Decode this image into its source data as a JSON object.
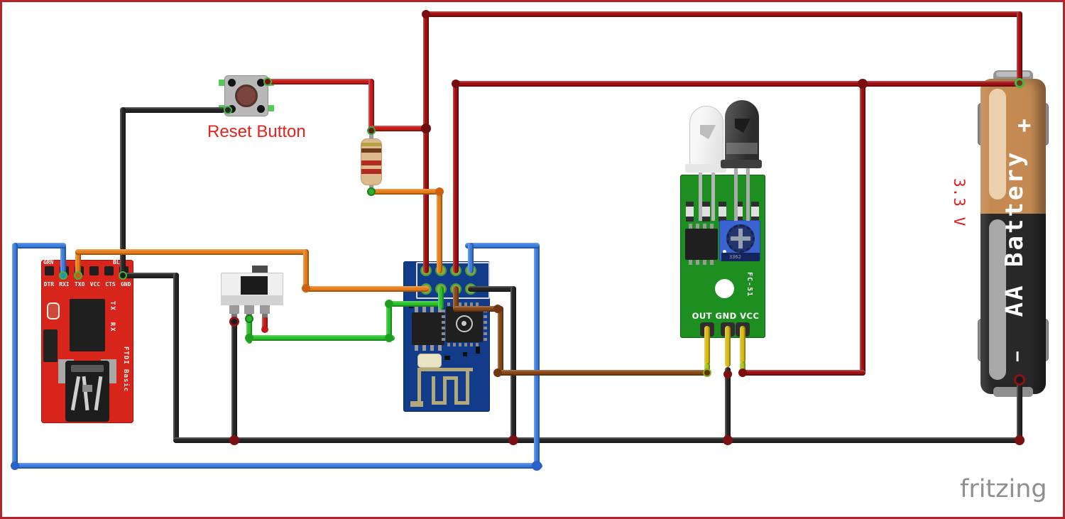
{
  "labels": {
    "reset_button": "Reset Button",
    "watermark": "fritzing"
  },
  "ftdi": {
    "name": "FTDI Basic breakout board",
    "corner_left": "GRN",
    "corner_right": "BLK",
    "pins": [
      "DTR",
      "RXI",
      "TXO",
      "VCC",
      "CTS",
      "GND"
    ],
    "tx_label": "TX",
    "rx_label": "RX",
    "board_label": "FTDI Basic"
  },
  "reset_button": {
    "name": "Reset push button"
  },
  "resistor": {
    "name": "Resistor"
  },
  "slide_switch": {
    "name": "Slide switch"
  },
  "esp8266": {
    "name": "ESP8266 ESP-01 WiFi module"
  },
  "ir_sensor": {
    "name": "FC-51 IR obstacle avoidance sensor",
    "board_label": "FC-51",
    "pin_labels": "OUT GND VCC",
    "trimpot_text": "3362"
  },
  "battery": {
    "name": "AA Battery",
    "positive": "+",
    "negative": "−",
    "label": "AA Battery",
    "voltage": "3.3 V"
  },
  "colors": {
    "wire_power_red": "#9e1011",
    "wire_red": "#c81a19",
    "wire_orange": "#e87c18",
    "wire_blue": "#3c7de0",
    "wire_green": "#2cc22c",
    "wire_black": "#262626",
    "wire_brown": "#8a4716",
    "wire_yellow": "#d9ba17",
    "frame_border": "#b0262b"
  }
}
